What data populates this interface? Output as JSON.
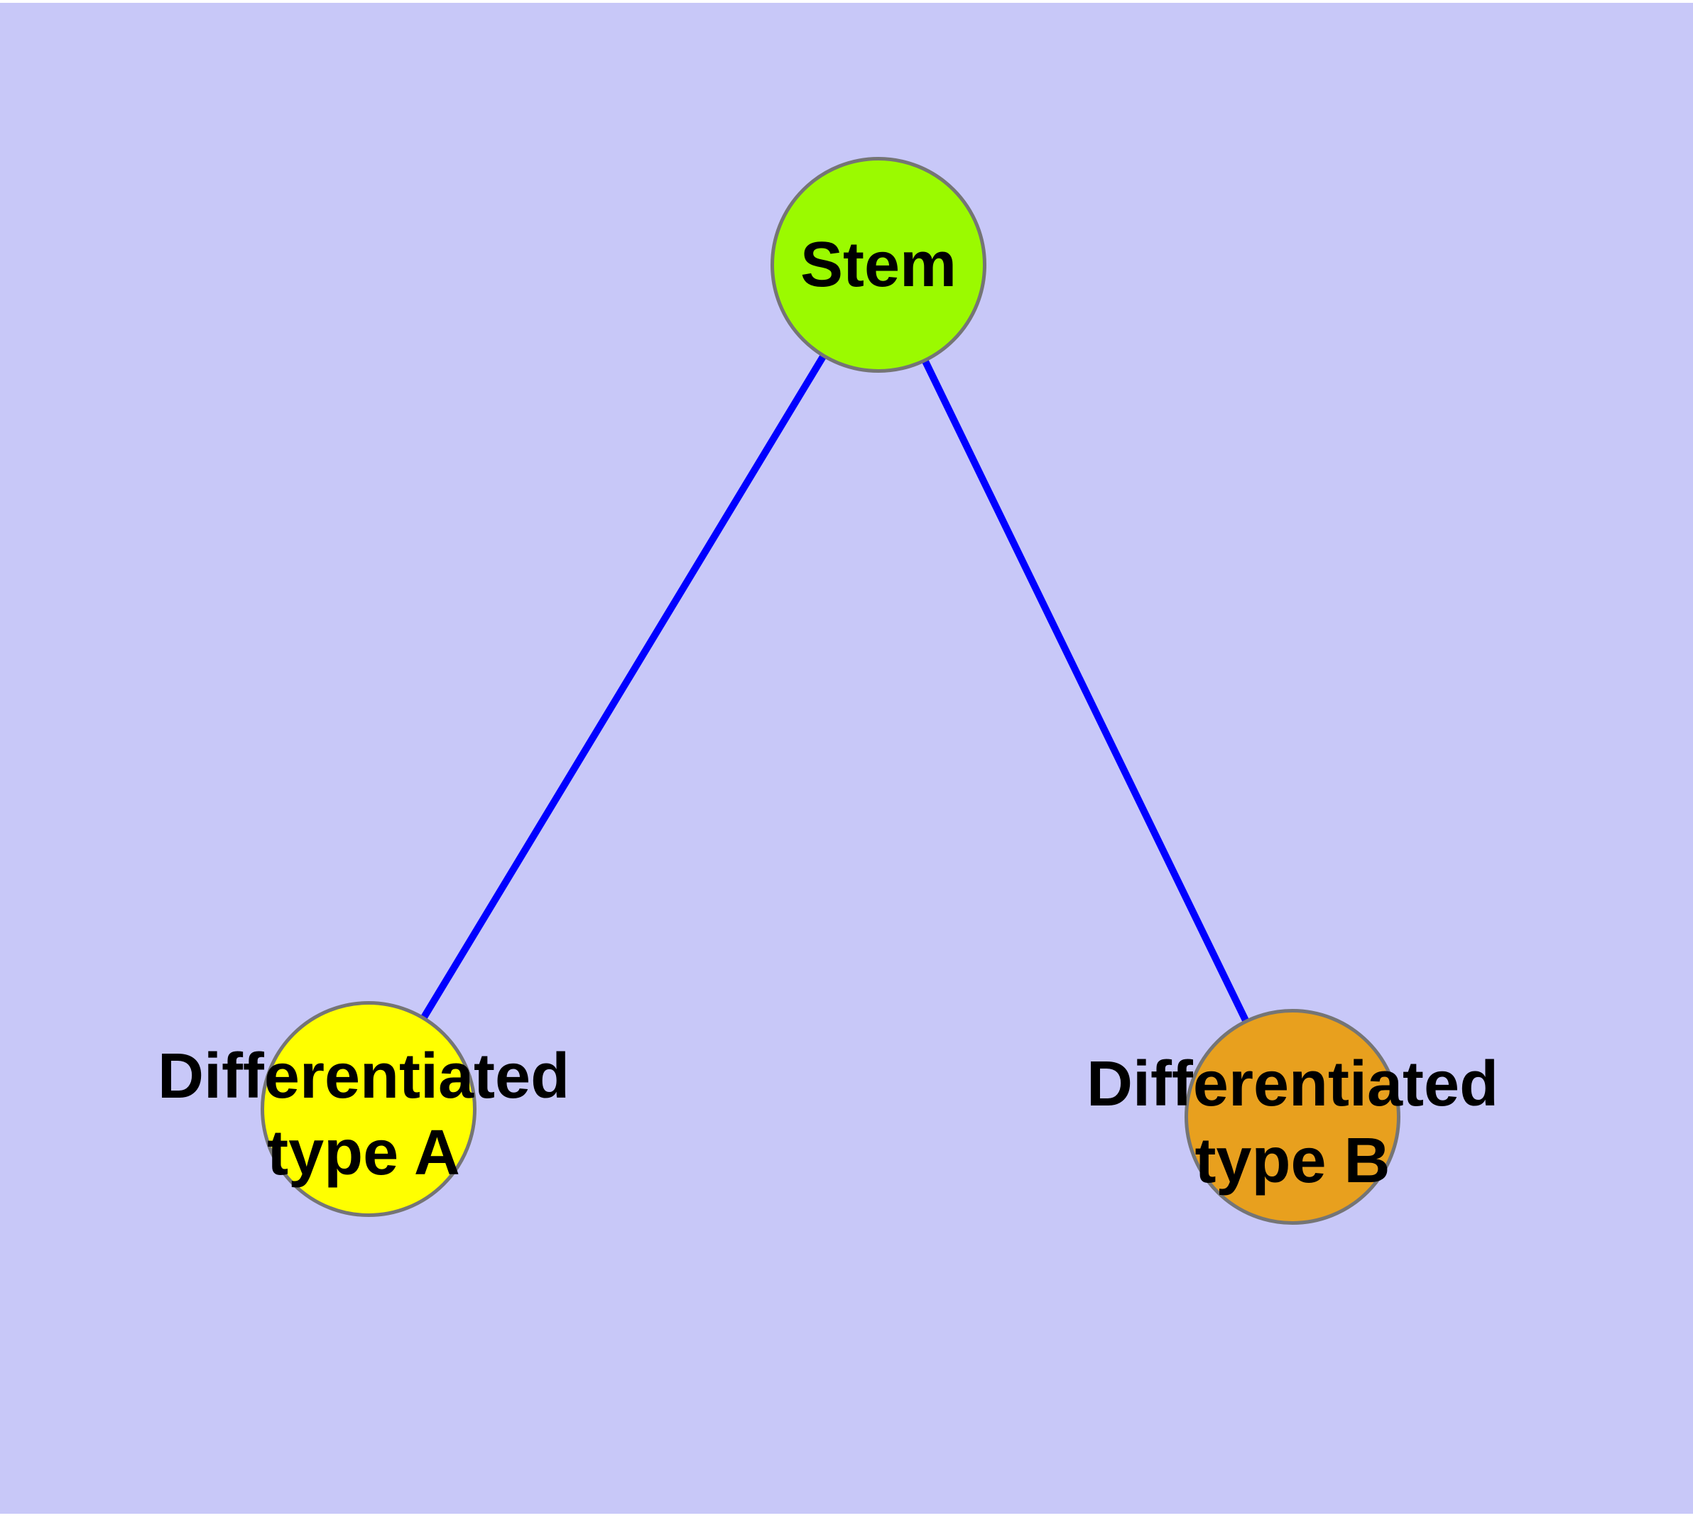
{
  "diagram": {
    "type": "node-link-graph",
    "nodes": [
      {
        "id": "stem",
        "label": "Stem",
        "shape": "circle",
        "fill": "#9BFA00"
      },
      {
        "id": "typeA",
        "label": "Differentiated\ntype A",
        "shape": "circle",
        "fill": "#FFFF00"
      },
      {
        "id": "typeB",
        "label": "Differentiated\ntype B",
        "shape": "circle",
        "fill": "#E8A01E"
      }
    ],
    "edges": [
      {
        "from": "stem",
        "to": "typeA"
      },
      {
        "from": "stem",
        "to": "typeB"
      }
    ],
    "colors": {
      "background": "#C8C8F8",
      "stem-fill": "#9BFA00",
      "typeA-fill": "#FFFF00",
      "typeB-fill": "#E8A01E",
      "node-border": "#757575",
      "edge": "#0000FF",
      "label-text": "#000000"
    }
  }
}
